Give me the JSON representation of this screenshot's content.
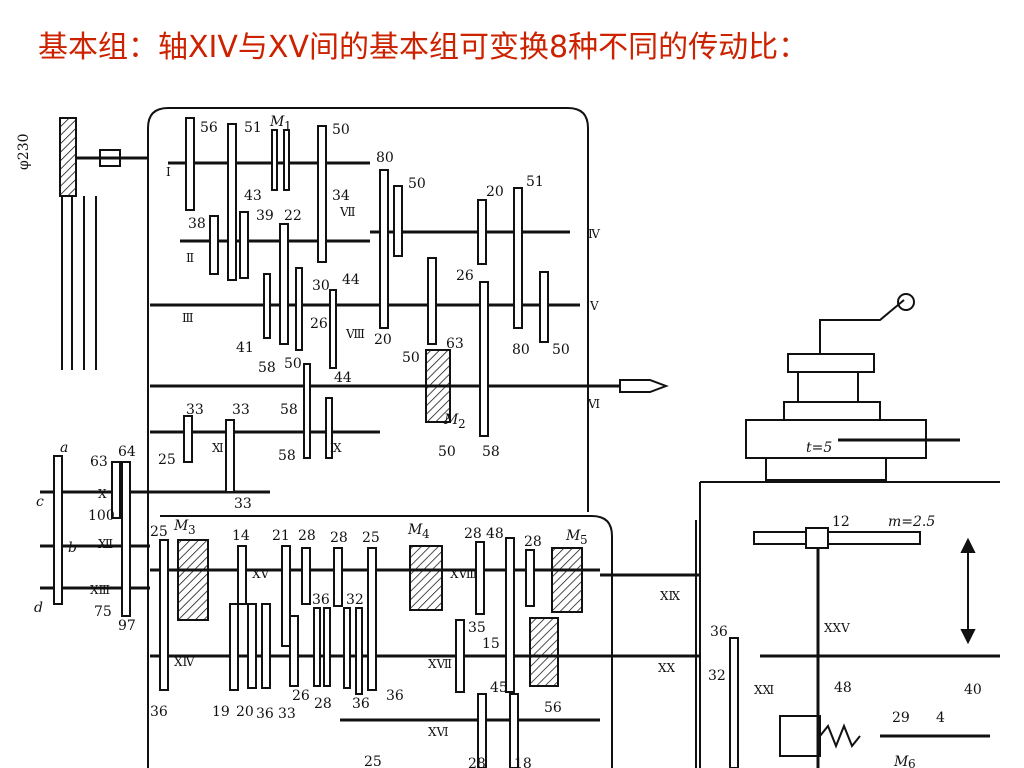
{
  "title": "基本组：轴XIV与XV间的基本组可变换8种不同的传动比：",
  "colors": {
    "title": "#cc2200",
    "line": "#111111",
    "paper": "#ffffff"
  },
  "diagram": {
    "pulley_diameter": "φ230",
    "gear_labels": [
      {
        "id": "g56",
        "text": "56"
      },
      {
        "id": "g51a",
        "text": "51"
      },
      {
        "id": "g50a",
        "text": "50"
      },
      {
        "id": "g80a",
        "text": "80"
      },
      {
        "id": "g50b",
        "text": "50"
      },
      {
        "id": "g34",
        "text": "34"
      },
      {
        "id": "g43",
        "text": "43"
      },
      {
        "id": "g38",
        "text": "38"
      },
      {
        "id": "g39",
        "text": "39"
      },
      {
        "id": "g22",
        "text": "22"
      },
      {
        "id": "g30",
        "text": "30"
      },
      {
        "id": "g20a",
        "text": "20"
      },
      {
        "id": "g51b",
        "text": "51"
      },
      {
        "id": "g44a",
        "text": "44"
      },
      {
        "id": "g26a",
        "text": "26"
      },
      {
        "id": "g41",
        "text": "41"
      },
      {
        "id": "g58a",
        "text": "58"
      },
      {
        "id": "g50c",
        "text": "50"
      },
      {
        "id": "g26b",
        "text": "26"
      },
      {
        "id": "g44b",
        "text": "44"
      },
      {
        "id": "g20b",
        "text": "20"
      },
      {
        "id": "g50d",
        "text": "50"
      },
      {
        "id": "g63a",
        "text": "63"
      },
      {
        "id": "g80b",
        "text": "80"
      },
      {
        "id": "g50e",
        "text": "50"
      },
      {
        "id": "g33a",
        "text": "33"
      },
      {
        "id": "g33b",
        "text": "33"
      },
      {
        "id": "g58b",
        "text": "58"
      },
      {
        "id": "g25a",
        "text": "25"
      },
      {
        "id": "g58c",
        "text": "58"
      },
      {
        "id": "g33c",
        "text": "33"
      },
      {
        "id": "g50f",
        "text": "50"
      },
      {
        "id": "g58d",
        "text": "58"
      },
      {
        "id": "g64",
        "text": "64"
      },
      {
        "id": "g63b",
        "text": "63"
      },
      {
        "id": "g100",
        "text": "100"
      },
      {
        "id": "g75",
        "text": "75"
      },
      {
        "id": "g97",
        "text": "97"
      },
      {
        "id": "g25b",
        "text": "25"
      },
      {
        "id": "g14",
        "text": "14"
      },
      {
        "id": "g21",
        "text": "21"
      },
      {
        "id": "g28a",
        "text": "28"
      },
      {
        "id": "g28b",
        "text": "28"
      },
      {
        "id": "g25c",
        "text": "25"
      },
      {
        "id": "g36a",
        "text": "36"
      },
      {
        "id": "g32a",
        "text": "32"
      },
      {
        "id": "g28c",
        "text": "28"
      },
      {
        "id": "g48a",
        "text": "48"
      },
      {
        "id": "g28d",
        "text": "28"
      },
      {
        "id": "g35",
        "text": "35"
      },
      {
        "id": "g15",
        "text": "15"
      },
      {
        "id": "g36b",
        "text": "36"
      },
      {
        "id": "g19",
        "text": "19"
      },
      {
        "id": "g20c",
        "text": "20"
      },
      {
        "id": "g36c",
        "text": "36"
      },
      {
        "id": "g33d",
        "text": "33"
      },
      {
        "id": "g26c",
        "text": "26"
      },
      {
        "id": "g28e",
        "text": "28"
      },
      {
        "id": "g36d",
        "text": "36"
      },
      {
        "id": "g36e",
        "text": "36"
      },
      {
        "id": "g45",
        "text": "45"
      },
      {
        "id": "g56b",
        "text": "56"
      },
      {
        "id": "g25d",
        "text": "25"
      },
      {
        "id": "g28f",
        "text": "28"
      },
      {
        "id": "g18",
        "text": "18"
      },
      {
        "id": "g36f",
        "text": "36"
      },
      {
        "id": "g32b",
        "text": "32"
      },
      {
        "id": "g48b",
        "text": "48"
      },
      {
        "id": "g40",
        "text": "40"
      },
      {
        "id": "g29",
        "text": "29"
      },
      {
        "id": "g4",
        "text": "4"
      },
      {
        "id": "g12",
        "text": "12"
      }
    ],
    "shaft_labels": {
      "I": "Ⅰ",
      "II": "Ⅱ",
      "III": "Ⅲ",
      "IV": "Ⅳ",
      "V": "Ⅴ",
      "VI": "Ⅵ",
      "VII": "Ⅶ",
      "VIII": "Ⅷ",
      "IX": "Ⅸ",
      "X": "Ⅹ",
      "XI": "Ⅺ",
      "XII": "Ⅻ",
      "XIII": "ⅩⅢ",
      "XIV": "ⅩⅣ",
      "XV": "ⅩⅤ",
      "XVI": "ⅩⅥ",
      "XVII": "ⅩⅦ",
      "XVIII": "ⅩⅧ",
      "XIX": "ⅩⅨ",
      "XX": "ⅩⅩ",
      "XXI": "ⅩⅪ",
      "XXV": "ⅩⅩⅤ"
    },
    "clutch_labels": {
      "M1": "M",
      "M1s": "1",
      "M2": "M",
      "M2s": "2",
      "M3": "M",
      "M3s": "3",
      "M4": "M",
      "M4s": "4",
      "M5": "M",
      "M5s": "5",
      "M6": "M",
      "M6s": "6"
    },
    "change_gear_labels": {
      "a": "a",
      "b": "b",
      "c": "c",
      "d": "d"
    },
    "annotations": {
      "t": "t=5",
      "m": "m=2.5"
    }
  }
}
